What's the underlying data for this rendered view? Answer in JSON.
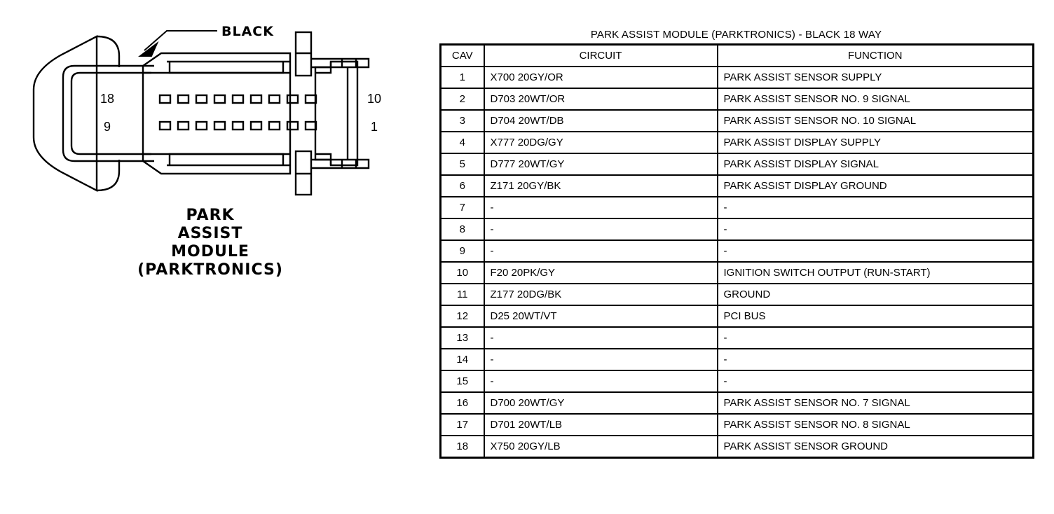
{
  "connector": {
    "wire_color_label": "BLACK",
    "left_pin_top": "18",
    "left_pin_bottom": "9",
    "right_pin_top": "10",
    "right_pin_bottom": "1",
    "cavity_rows": 2,
    "cavities_per_row": 9,
    "total_cavities": 18,
    "caption_lines": [
      "PARK",
      "ASSIST",
      "MODULE",
      "(PARKTRONICS)"
    ]
  },
  "table": {
    "title": "PARK ASSIST MODULE (PARKTRONICS) - BLACK 18 WAY",
    "headers": {
      "cav": "CAV",
      "circuit": "CIRCUIT",
      "function": "FUNCTION"
    },
    "rows": [
      {
        "cav": "1",
        "circuit": "X700 20GY/OR",
        "function": "PARK ASSIST SENSOR SUPPLY"
      },
      {
        "cav": "2",
        "circuit": "D703 20WT/OR",
        "function": "PARK ASSIST SENSOR NO. 9 SIGNAL"
      },
      {
        "cav": "3",
        "circuit": "D704 20WT/DB",
        "function": "PARK ASSIST SENSOR NO. 10 SIGNAL"
      },
      {
        "cav": "4",
        "circuit": "X777 20DG/GY",
        "function": "PARK ASSIST DISPLAY SUPPLY"
      },
      {
        "cav": "5",
        "circuit": "D777 20WT/GY",
        "function": "PARK ASSIST DISPLAY SIGNAL"
      },
      {
        "cav": "6",
        "circuit": "Z171 20GY/BK",
        "function": "PARK ASSIST DISPLAY GROUND"
      },
      {
        "cav": "7",
        "circuit": "-",
        "function": "-"
      },
      {
        "cav": "8",
        "circuit": "-",
        "function": "-"
      },
      {
        "cav": "9",
        "circuit": "-",
        "function": "-"
      },
      {
        "cav": "10",
        "circuit": "F20 20PK/GY",
        "function": "IGNITION SWITCH OUTPUT (RUN-START)"
      },
      {
        "cav": "11",
        "circuit": "Z177 20DG/BK",
        "function": "GROUND"
      },
      {
        "cav": "12",
        "circuit": "D25 20WT/VT",
        "function": "PCI BUS"
      },
      {
        "cav": "13",
        "circuit": "-",
        "function": "-"
      },
      {
        "cav": "14",
        "circuit": "-",
        "function": "-"
      },
      {
        "cav": "15",
        "circuit": "-",
        "function": "-"
      },
      {
        "cav": "16",
        "circuit": "D700 20WT/GY",
        "function": "PARK ASSIST SENSOR NO. 7 SIGNAL"
      },
      {
        "cav": "17",
        "circuit": "D701 20WT/LB",
        "function": "PARK ASSIST SENSOR NO. 8 SIGNAL"
      },
      {
        "cav": "18",
        "circuit": "X750 20GY/LB",
        "function": "PARK ASSIST SENSOR GROUND"
      }
    ]
  },
  "colors": {
    "ink": "#000000",
    "paper": "#ffffff"
  }
}
